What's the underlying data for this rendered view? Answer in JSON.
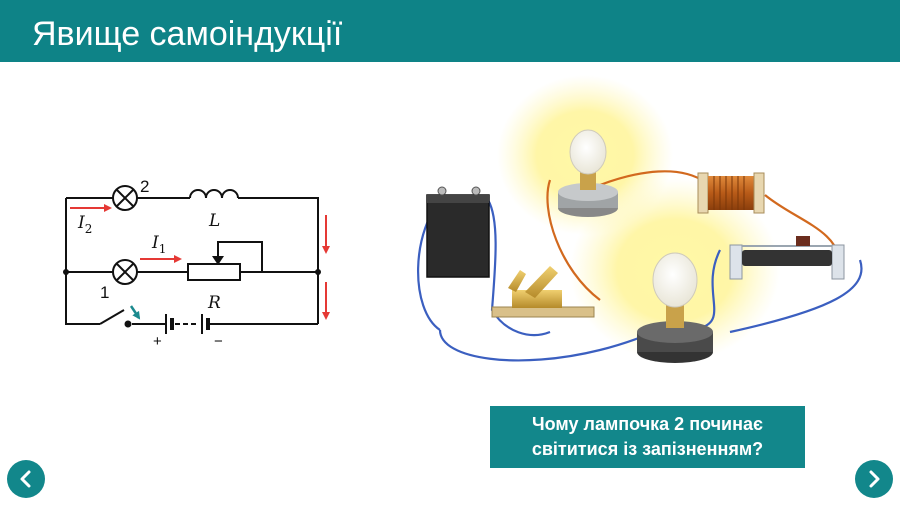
{
  "header": {
    "title": "Явище самоіндукції"
  },
  "circuit": {
    "lamp2_label": "2",
    "lamp1_label": "1",
    "inductor_label": "L",
    "resistor_label": "R",
    "current1_label": "I",
    "current1_sub": "1",
    "current2_label": "I",
    "current2_sub": "2",
    "plus_label": "+",
    "minus_label": "−"
  },
  "question": {
    "line1": "Чому лампочка 2 починає",
    "line2": "світитися із запізненням?"
  },
  "colors": {
    "header": "#0e8387",
    "accent": "#12878b",
    "arrow": "#e53935",
    "switch_arrow": "#1b8a8e"
  },
  "nav": {
    "prev_icon": "chevron-left-icon",
    "next_icon": "chevron-right-icon"
  }
}
